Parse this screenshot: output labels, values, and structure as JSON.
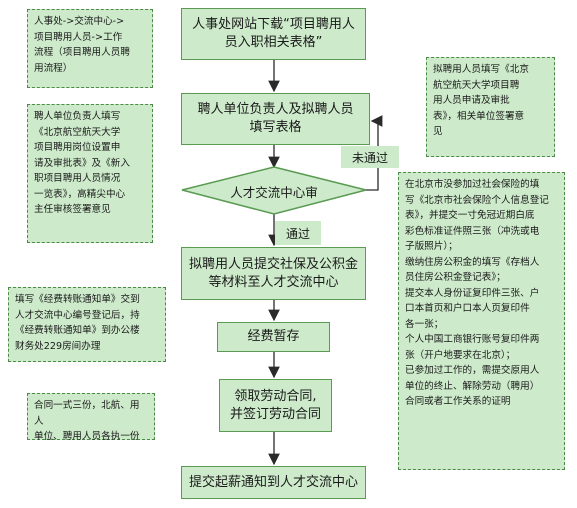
{
  "steps": {
    "step1": "人事处网站下载“项目聘用人\n员入职相关表格”",
    "step2": "聘人单位负责人及拟聘人员\n填写表格",
    "review": "人才交流中心审",
    "step4": "拟聘用人员提交社保及公积金\n等材料至人才交流中心",
    "step5": "经费暂存",
    "step6": "领取劳动合同,\n并签订劳动合同",
    "step7": "提交起薪通知到人才交流中心"
  },
  "labels": {
    "not_passed": "未通过",
    "passed": "通过"
  },
  "notes": {
    "left1": "人事处->交流中心->\n项目聘用人员->工作\n流程（项目聘用人员聘\n用流程）",
    "left2": "聘人单位负责人填写\n《北京航空航天大学\n项目聘用岗位设置申\n请及审批表》及《新入\n职项目聘用人员情况\n一览表》，高精尖中心\n主任审核签署意见",
    "left3": "填写《经费转账通知单》交到\n人才交流中心编号登记后，持\n《经费转账通知单》到办公楼\n财务处229房间办理",
    "left4": "合同一式三份，北航、用人\n单位、聘用人员各执一份",
    "right1": "拟聘用人员填写《北京\n航空航天大学项目聘\n用人员申请及审批\n表》，相关单位签署意\n见",
    "right2": "在北京市没参加过社会保险的填\n写《北京市社会保险个人信息登记\n表》，并提交一寸免冠近期白底\n彩色标准证件照三张（冲洗或电\n子版照片）；\n缴纳住房公积金的填写《存档人\n员住房公积金登记表》；\n提交本人身份证复印件三张、户\n口本首页和户口本人页复印件\n各一张；\n个人中国工商银行账号复印件两\n张（开户地要求在北京）；\n已参加过工作的，需提交原用人\n单位的终止、解除劳动（聘用）\n合同或者工作关系的证明"
  },
  "colors": {
    "fill": "#cdeacb",
    "border": "#5a9a52",
    "arrow": "#2a2a2a"
  }
}
